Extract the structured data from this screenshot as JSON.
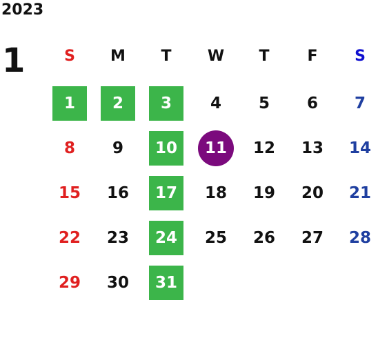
{
  "year": "2023",
  "month": "1",
  "weekdays": [
    "S",
    "M",
    "T",
    "W",
    "T",
    "F",
    "S"
  ],
  "colors": {
    "sunday": "#e02020",
    "saturday": "#1f3fa0",
    "weekday": "#111111",
    "saturday_header": "#1010d0",
    "holiday_bg": "#3cb54a",
    "today_bg": "#7b0a7d"
  },
  "weeks": [
    [
      "1",
      "2",
      "3",
      "4",
      "5",
      "6",
      "7"
    ],
    [
      "8",
      "9",
      "10",
      "11",
      "12",
      "13",
      "14"
    ],
    [
      "15",
      "16",
      "17",
      "18",
      "19",
      "20",
      "21"
    ],
    [
      "22",
      "23",
      "24",
      "25",
      "26",
      "27",
      "28"
    ],
    [
      "29",
      "30",
      "31",
      "",
      "",
      "",
      ""
    ]
  ],
  "highlighted_days": [
    "1",
    "2",
    "3",
    "10",
    "17",
    "24",
    "31"
  ],
  "today": "11"
}
